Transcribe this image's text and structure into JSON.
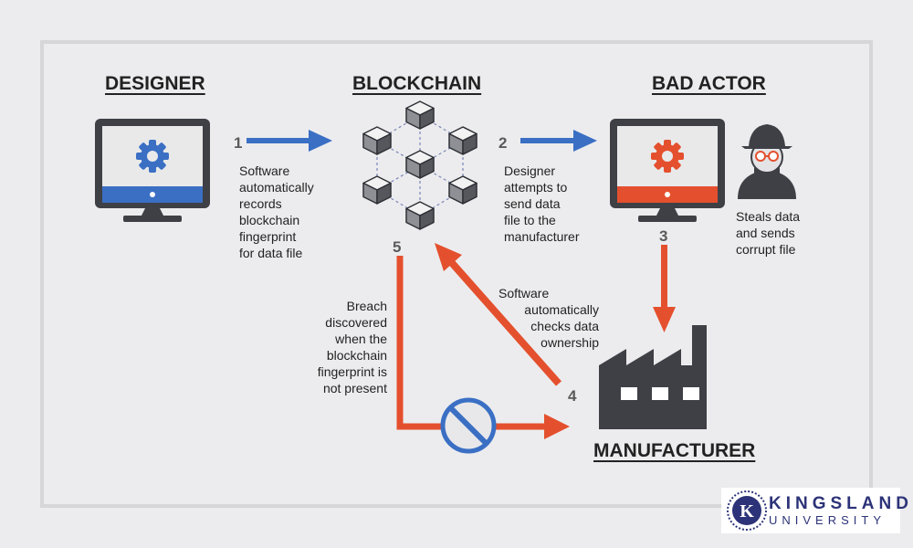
{
  "headings": {
    "designer": "DESIGNER",
    "blockchain": "BLOCKCHAIN",
    "bad_actor": "BAD ACTOR",
    "manufacturer": "MANUFACTURER"
  },
  "steps": {
    "s1": {
      "number": "1",
      "lines": [
        "Software",
        "automatically",
        "records",
        "blockchain",
        "fingerprint",
        "for data file"
      ]
    },
    "s2": {
      "number": "2",
      "lines": [
        "Designer",
        "attempts to",
        "send data",
        "file to the",
        "manufacturer"
      ]
    },
    "s3": {
      "number": "3",
      "lines": [
        "Steals data",
        "and sends",
        "corrupt file"
      ]
    },
    "s4": {
      "number": "4",
      "lines": [
        "Software",
        "automatically",
        "checks data",
        "ownership"
      ]
    },
    "s5": {
      "number": "5",
      "lines": [
        "Breach",
        "discovered",
        "when the",
        "blockchain",
        "fingerprint is",
        "not present"
      ]
    }
  },
  "logo": {
    "line1": "KINGSLAND",
    "line2": "UNIVERSITY",
    "mark": "K"
  },
  "colors": {
    "blue": "#3a6fc4",
    "orange": "#e4502e",
    "dark": "#3e4046",
    "logo": "#2c3378"
  },
  "icons": [
    "gear-icon",
    "blockchain-cubes-icon",
    "spy-icon",
    "factory-icon",
    "prohibited-icon",
    "arrow-icon"
  ]
}
